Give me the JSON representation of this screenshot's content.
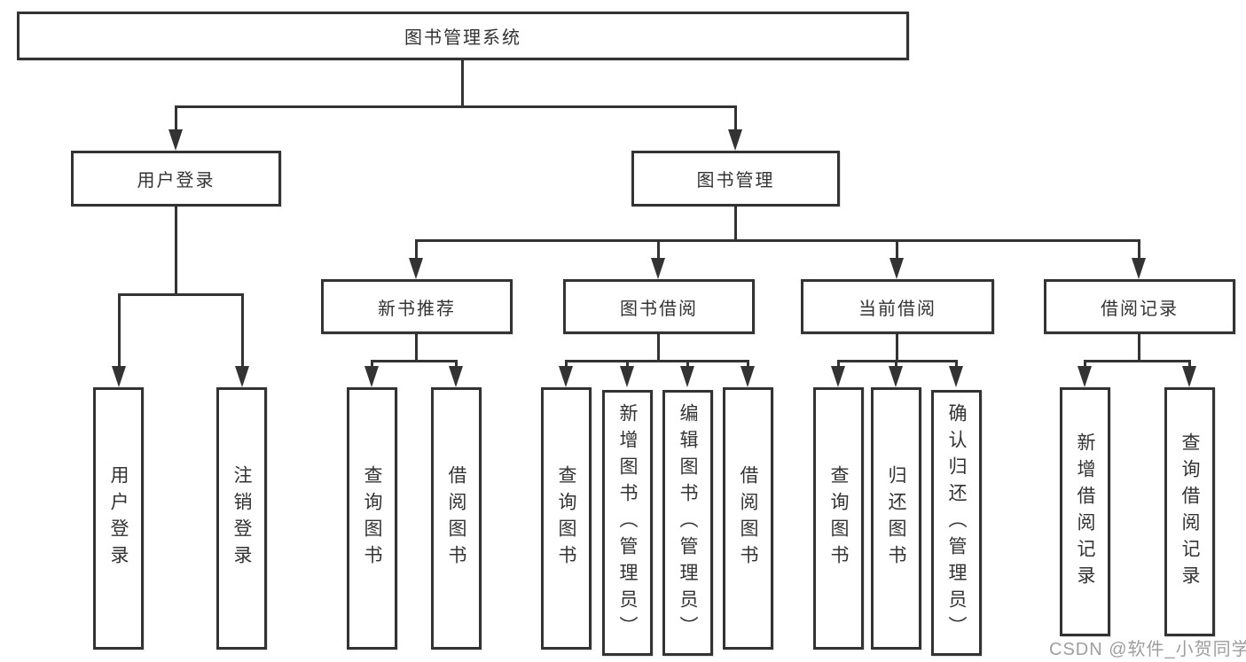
{
  "tree": {
    "label": "图书管理系统",
    "children": [
      {
        "label": "用户登录",
        "children": [
          {
            "label": "用户登录"
          },
          {
            "label": "注销登录"
          }
        ]
      },
      {
        "label": "图书管理",
        "children": [
          {
            "label": "新书推荐",
            "children": [
              {
                "label": "查询图书"
              },
              {
                "label": "借阅图书"
              }
            ]
          },
          {
            "label": "图书借阅",
            "children": [
              {
                "label": "查询图书"
              },
              {
                "label": "新增图书（管理员）"
              },
              {
                "label": "编辑图书（管理员）"
              },
              {
                "label": "借阅图书"
              }
            ]
          },
          {
            "label": "当前借阅",
            "children": [
              {
                "label": "查询图书"
              },
              {
                "label": "归还图书"
              },
              {
                "label": "确认归还（管理员）"
              }
            ]
          },
          {
            "label": "借阅记录",
            "children": [
              {
                "label": "新增借阅记录"
              },
              {
                "label": "查询借阅记录"
              }
            ]
          }
        ]
      }
    ]
  },
  "watermark": {
    "text": "CSDN @软件_小贺同学",
    "color": "#9e9e9e"
  },
  "colors": {
    "line": "#333333",
    "box_border": "#333333",
    "text": "#333333",
    "background": "#ffffff"
  }
}
